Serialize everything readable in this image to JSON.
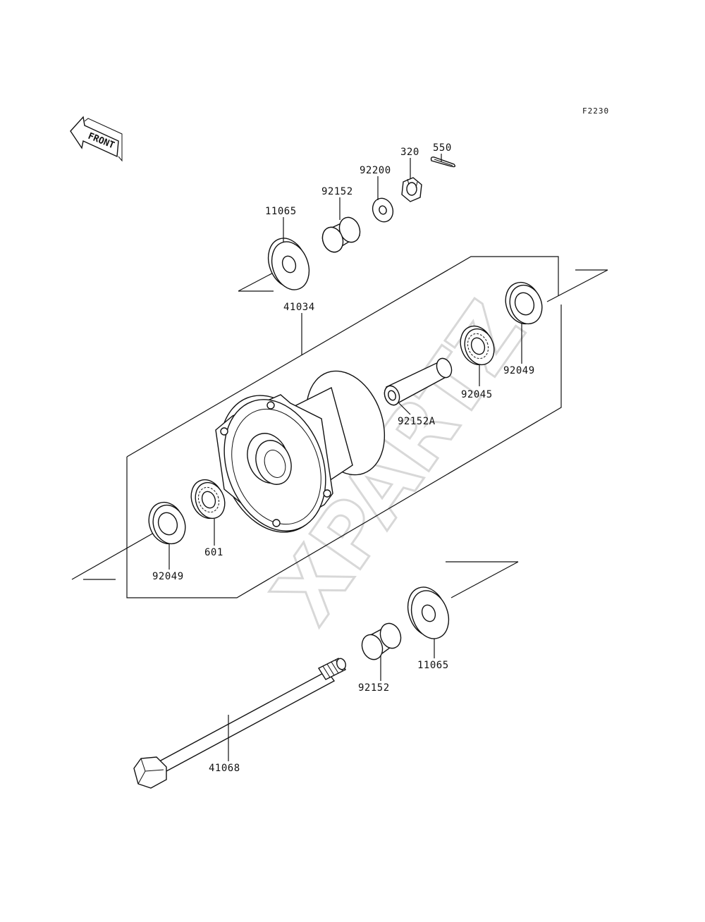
{
  "diagram_code": "F2230",
  "front_label": "FRONT",
  "watermark": "XPARTZ",
  "parts": [
    {
      "id": "p-11065-top",
      "number": "11065"
    },
    {
      "id": "p-92152-top",
      "number": "92152"
    },
    {
      "id": "p-92200",
      "number": "92200"
    },
    {
      "id": "p-320",
      "number": "320"
    },
    {
      "id": "p-550",
      "number": "550"
    },
    {
      "id": "p-41034",
      "number": "41034"
    },
    {
      "id": "p-92049-right",
      "number": "92049"
    },
    {
      "id": "p-92045",
      "number": "92045"
    },
    {
      "id": "p-92152A",
      "number": "92152A"
    },
    {
      "id": "p-601",
      "number": "601"
    },
    {
      "id": "p-92049-left",
      "number": "92049"
    },
    {
      "id": "p-11065-bottom",
      "number": "11065"
    },
    {
      "id": "p-92152-bottom",
      "number": "92152"
    },
    {
      "id": "p-41068",
      "number": "41068"
    }
  ]
}
